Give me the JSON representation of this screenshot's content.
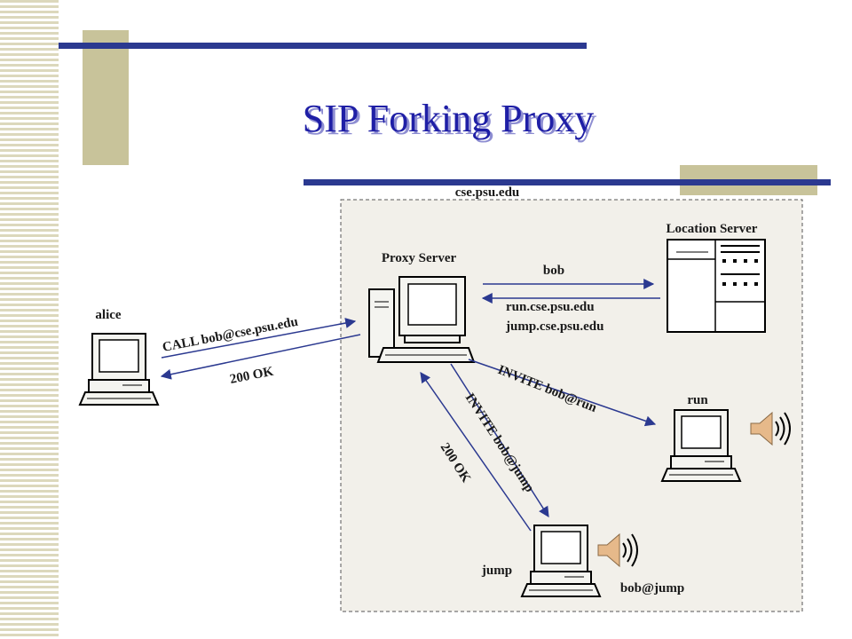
{
  "slide": {
    "title": "SIP Forking Proxy"
  },
  "domain_label": "cse.psu.edu",
  "nodes": {
    "alice": "alice",
    "proxy": "Proxy Server",
    "location": "Location Server",
    "run": "run",
    "jump": "jump"
  },
  "messages": {
    "call": "CALL bob@cse.psu.edu",
    "ok_alice": "200 OK",
    "lookup": "bob",
    "lookup_reply_1": "run.cse.psu.edu",
    "lookup_reply_2": "jump.cse.psu.edu",
    "invite_run": "INVITE bob@run",
    "invite_jump": "INVITE bob@jump",
    "ok_jump": "200 OK",
    "answered": "bob@jump"
  },
  "colors": {
    "title": "#1f1fa6",
    "bars": "#2b3990",
    "accent": "#c8c39a",
    "domain_fill": "#f2f0ea",
    "arrows": "#2b3990",
    "speaker": "#e6b98a"
  }
}
